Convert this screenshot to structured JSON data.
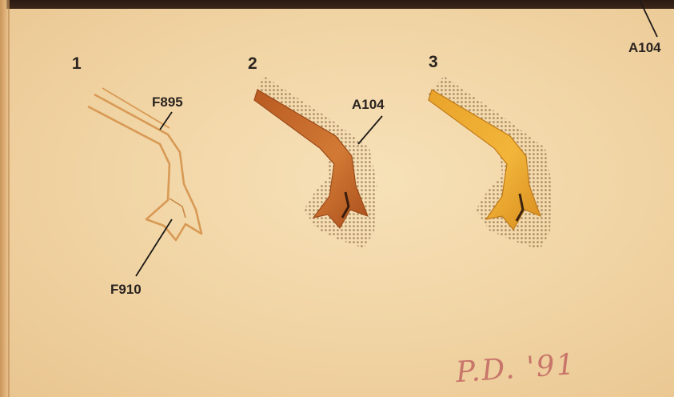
{
  "steps": [
    {
      "number": "1",
      "labels": [
        "F895",
        "F910"
      ]
    },
    {
      "number": "2",
      "labels": [
        "A104"
      ]
    },
    {
      "number": "3",
      "labels": []
    }
  ],
  "corner_label": "A104",
  "signature": "P.D. '91",
  "colors": {
    "leather": "#f0d5a6",
    "top_band": "#2f1d14",
    "outline_stroke": "#d89a55",
    "dye_step2": "#c8672a",
    "dye_step3": "#e8a025",
    "background_dots": "#8a6a45",
    "label_text": "#2b2320",
    "signature": "#c8756a"
  }
}
